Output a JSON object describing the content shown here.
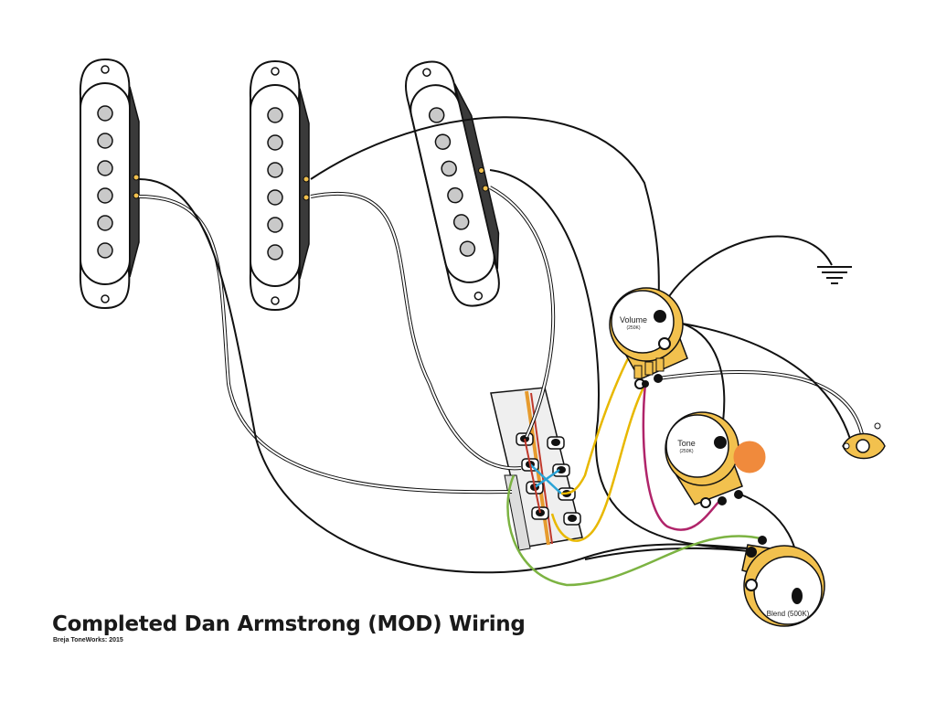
{
  "title": "Completed Dan Armstrong (MOD) Wiring",
  "credit": "Breja ToneWorks: 2015",
  "pots": {
    "volume": {
      "label": "Volume",
      "value": "(250K)"
    },
    "tone": {
      "label": "Tone",
      "value": "(250K)"
    },
    "blend": {
      "label": "Blend (500K)"
    }
  },
  "components": {
    "pickups": [
      "neck-pickup",
      "middle-pickup",
      "bridge-pickup"
    ],
    "switch": "5-way-selector-switch",
    "jack": "output-jack",
    "capacitor": "tone-capacitor",
    "ground": "ground-icon"
  },
  "colors": {
    "pot_body": "#f2c14e",
    "capacitor": "#f08a3c",
    "wire_black": "#111111",
    "wire_white": "#ffffff",
    "wire_yellow": "#e8b800",
    "wire_green": "#7cb342",
    "wire_magenta": "#b0246a",
    "wire_red": "#c0392b",
    "wire_blue": "#29a3d6",
    "wire_orange": "#e69b2e"
  }
}
